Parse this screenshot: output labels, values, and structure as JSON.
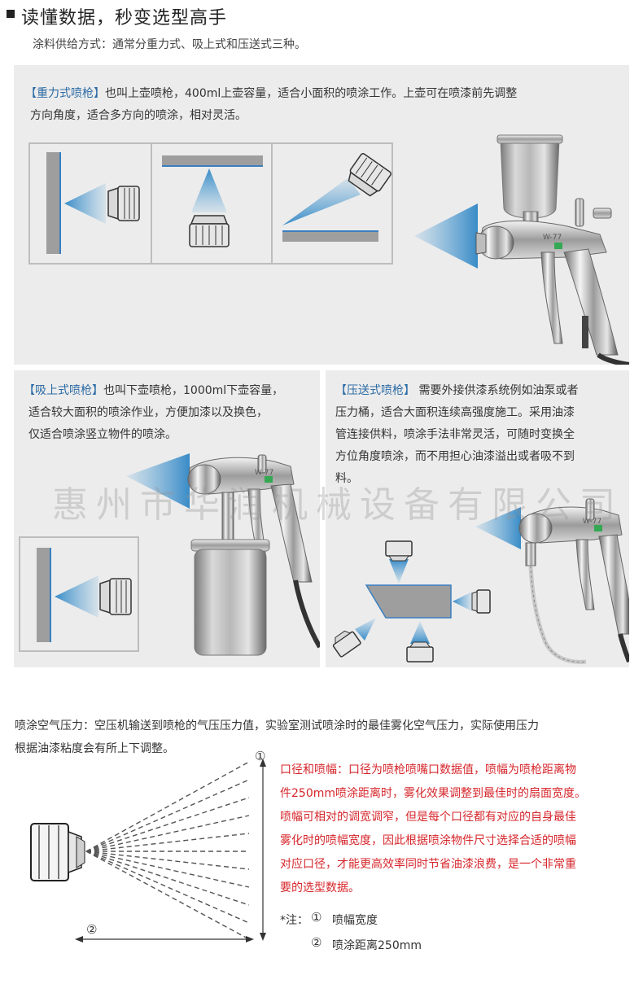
{
  "header": {
    "title": "读懂数据，秒变选型高手",
    "subtitle": "涂料供给方式：通常分重力式、吸上式和压送式三种。"
  },
  "gravity": {
    "tag": "【重力式喷枪】",
    "line1": "也叫上壶喷枪，400ml上壶容量，适合小面积的喷涂工作。上壶可在喷漆前先调整",
    "line2": "方向角度，适合多方向的喷涂，相对灵活。",
    "gun_label": "W-77"
  },
  "suction": {
    "tag": "【吸上式喷枪】",
    "line1": "也叫下壶喷枪，1000ml下壶容量，",
    "line2": "适合较大面积的喷涂作业，方便加漆以及换色，",
    "line3": "仅适合喷涂竖立物件的喷涂。",
    "gun_label": "W-77"
  },
  "pressure": {
    "tag": "【压送式喷枪】",
    "line1": " 需要外接供漆系统例如油泵或者",
    "line2": "压力桶，适合大面积连续高强度施工。采用油漆",
    "line3": "管连接供料，喷涂手法非常灵活，可随时变换全",
    "line4": "方位角度喷涂，而不用担心油漆溢出或者吸不到",
    "line5": "料。",
    "gun_label": "W-77"
  },
  "watermark": "惠州市华润机械设备有限公司",
  "air_pressure": {
    "line1": "喷涂空气压力：空压机输送到喷枪的气压压力值，实验室测试喷涂时的最佳雾化空气压力，实际使用压力",
    "line2": "根据油漆粘度会有所上下调整。"
  },
  "nozzle": {
    "lines": [
      "口径和喷幅：口径为喷枪喷嘴口数据值，喷幅为喷枪距离物",
      "件250mm喷涂距离时，雾化效果调整到最佳时的扇面宽度。",
      "喷幅可相对的调宽调窄，但是每个口径都有对应的自身最佳",
      "雾化时的喷幅宽度，因此根据喷涂物件尺寸选择合适的喷幅",
      "对应口径，才能更高效率同时节省油漆浪费，是一个非常重",
      "要的选型数据。"
    ]
  },
  "diagram": {
    "marker1": "①",
    "marker2": "②"
  },
  "notes": {
    "prefix": "*注：",
    "item1_num": "①",
    "item1_text": "喷幅宽度",
    "item2_num": "②",
    "item2_text": "喷涂距离250mm"
  },
  "colors": {
    "accent_blue": "#2b6aa5",
    "red_text": "#d6262b",
    "panel_bg": "#ececec"
  }
}
